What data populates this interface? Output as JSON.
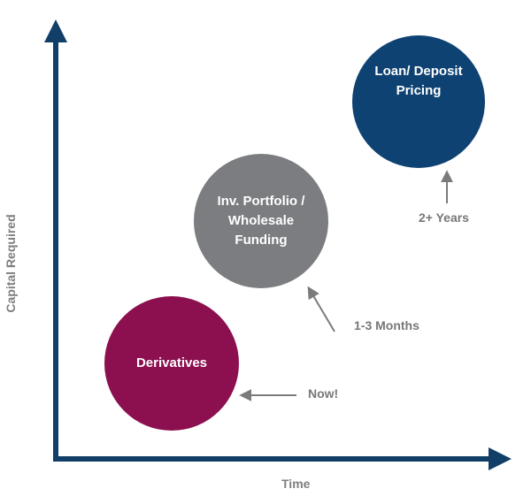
{
  "axes": {
    "x_label": "Time",
    "y_label": "Capital Required"
  },
  "stages": [
    {
      "label": "Derivatives",
      "timeline": "Now!",
      "color": "#8c0f4f"
    },
    {
      "label": "Inv. Portfolio /\nWholesale\nFunding",
      "timeline": "1-3 Months",
      "color": "#7b7d80"
    },
    {
      "label": "Loan/ Deposit\nPricing",
      "timeline": "2+ Years",
      "color": "#0e4272"
    }
  ],
  "colors": {
    "axis": "#123f68",
    "pointer_arrow": "#7b7b7b",
    "note_text": "#777777"
  }
}
